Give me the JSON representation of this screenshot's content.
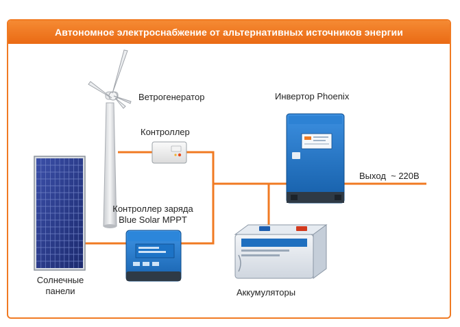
{
  "title": "Автономное электроснабжение от альтернативных источников энергии",
  "labels": {
    "wind_generator": "Ветрогенератор",
    "controller": "Контроллер",
    "inverter": "Инвертор Phoenix",
    "output": "Выход  ~ 220В",
    "charge_controller_line1": "Контроллер заряда",
    "charge_controller_line2": "Blue Solar MPPT",
    "solar_panels_line1": "Солнечные",
    "solar_panels_line2": "панели",
    "batteries": "Аккумуляторы"
  },
  "colors": {
    "accent": "#f07a22",
    "wire": "#f07a22",
    "device_blue": "#1f6fbf",
    "panel_blue": "#2a3d8f"
  },
  "icons": {
    "wind_turbine": "wind-turbine-icon",
    "controller": "controller-box-icon",
    "inverter": "inverter-icon",
    "charge_controller": "mppt-controller-icon",
    "solar_panel": "solar-panel-icon",
    "battery": "battery-icon"
  }
}
